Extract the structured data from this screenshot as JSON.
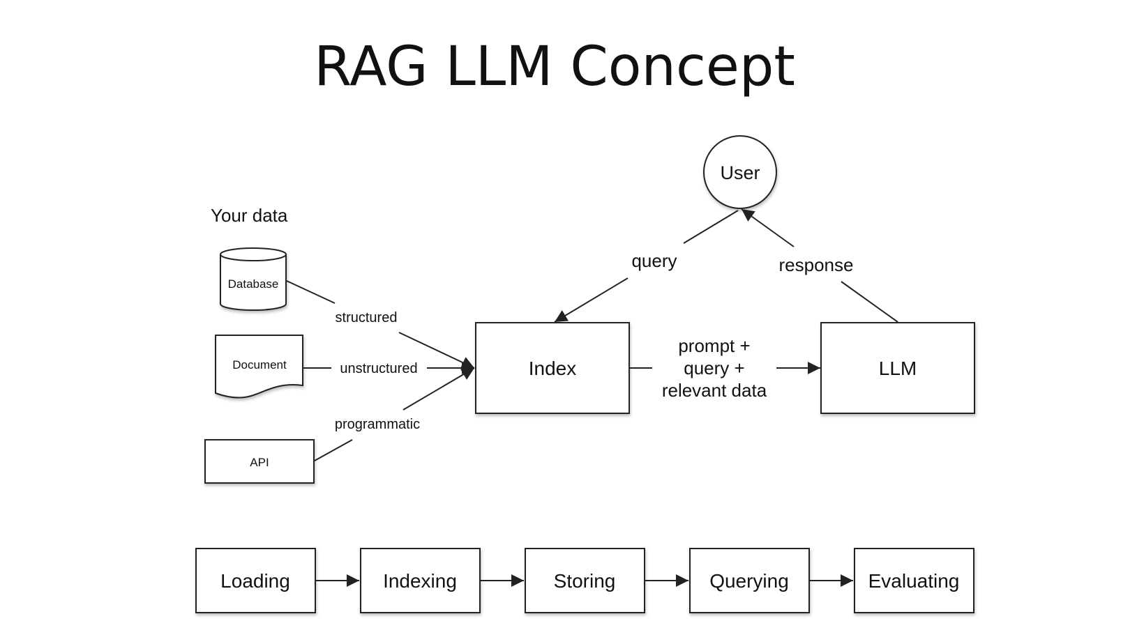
{
  "title": "RAG LLM Concept",
  "sources": {
    "heading": "Your data",
    "database": "Database",
    "document": "Document",
    "api": "API"
  },
  "edge_labels": {
    "structured": "structured",
    "unstructured": "unstructured",
    "programmatic": "programmatic",
    "query": "query",
    "response": "response",
    "prompt_line1": "prompt +",
    "prompt_line2": "query +",
    "prompt_line3": "relevant data"
  },
  "nodes": {
    "user": "User",
    "index": "Index",
    "llm": "LLM"
  },
  "pipeline": [
    "Loading",
    "Indexing",
    "Storing",
    "Querying",
    "Evaluating"
  ],
  "colors": {
    "stroke": "#222222",
    "text": "#111111",
    "background": "#ffffff"
  }
}
